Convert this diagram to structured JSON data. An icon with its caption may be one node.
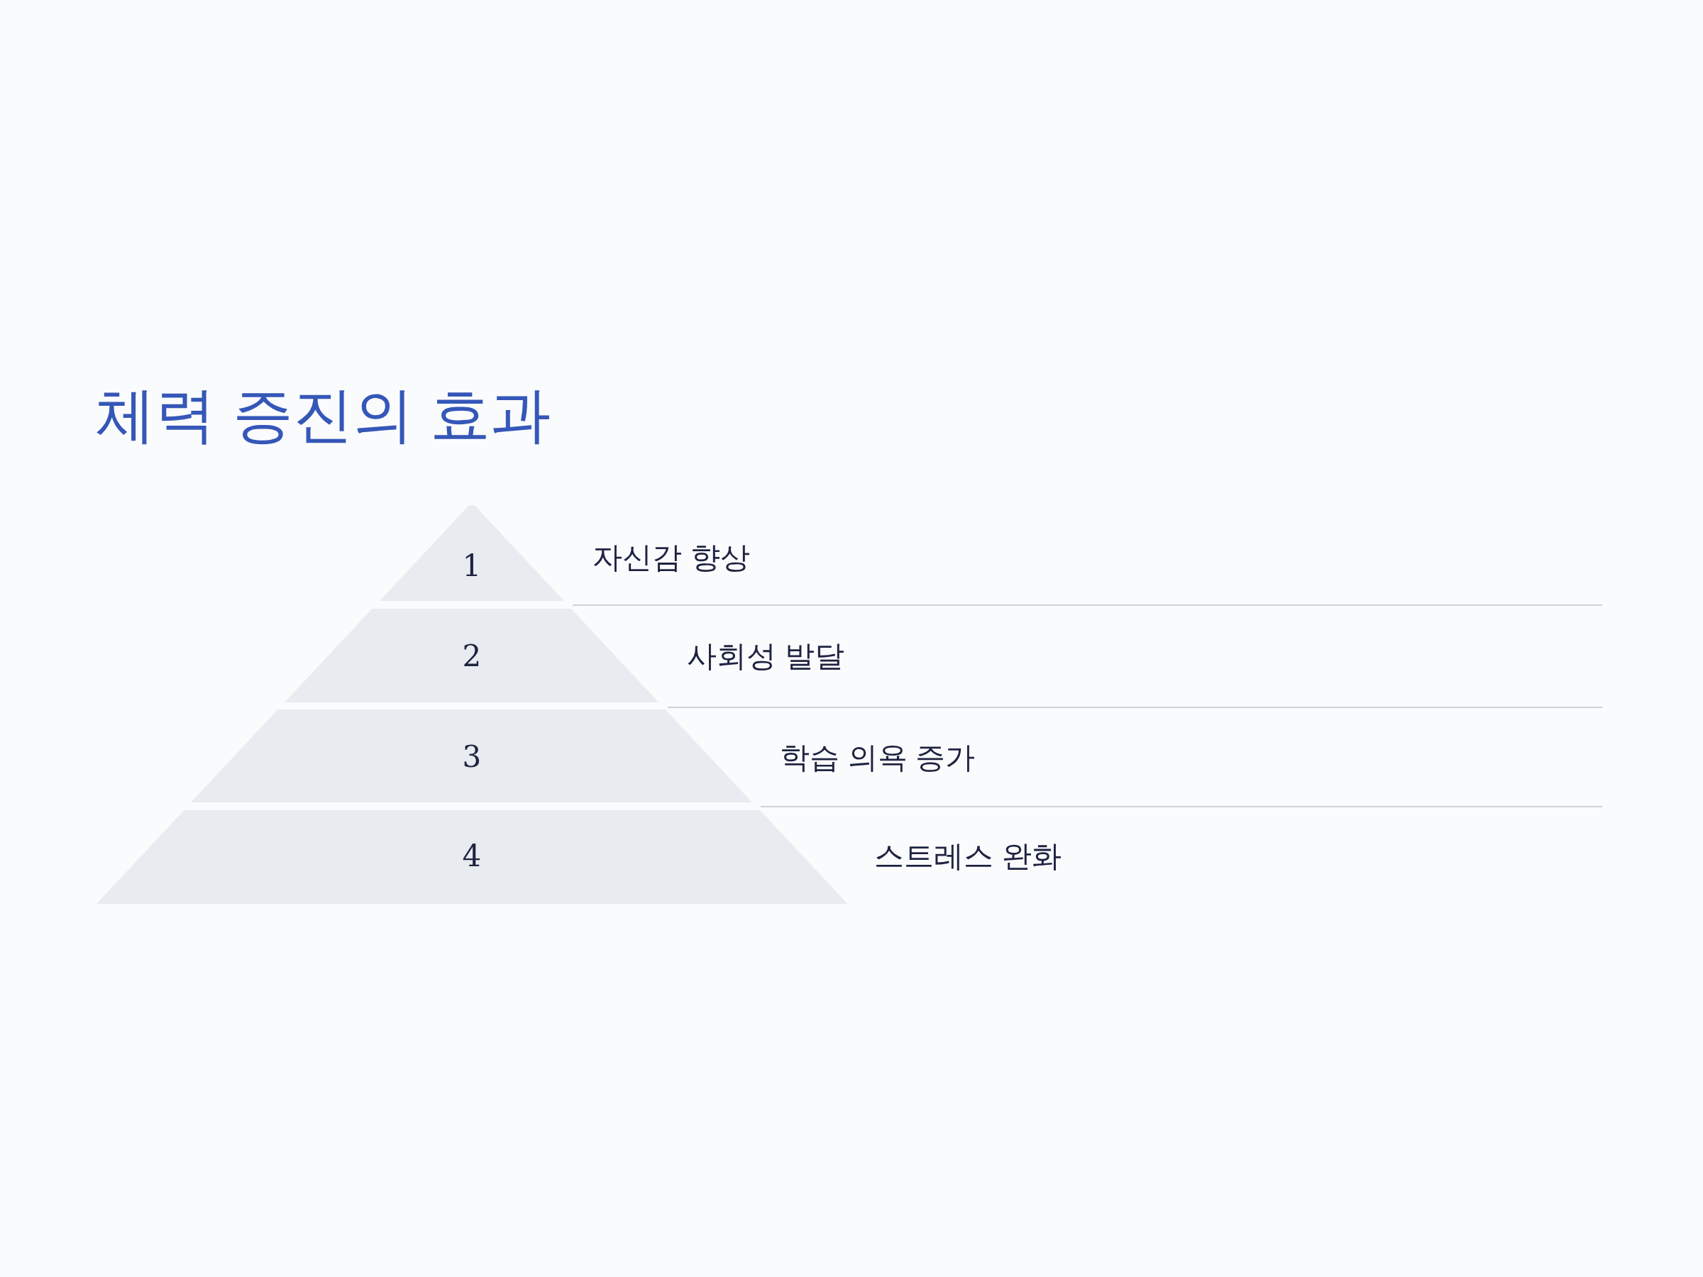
{
  "diagram": {
    "title": "체력 증진의 효과",
    "nodes": [
      {
        "text": [
          "1"
        ],
        "beside": [
          "자신감 향상"
        ]
      },
      {
        "text": [
          "2"
        ],
        "beside": [
          "사회성 발달"
        ]
      },
      {
        "text": [
          "3"
        ],
        "beside": [
          "학습 의욕 증가"
        ]
      },
      {
        "text": [
          "4"
        ],
        "beside": [
          "스트레스 완화"
        ]
      }
    ]
  }
}
